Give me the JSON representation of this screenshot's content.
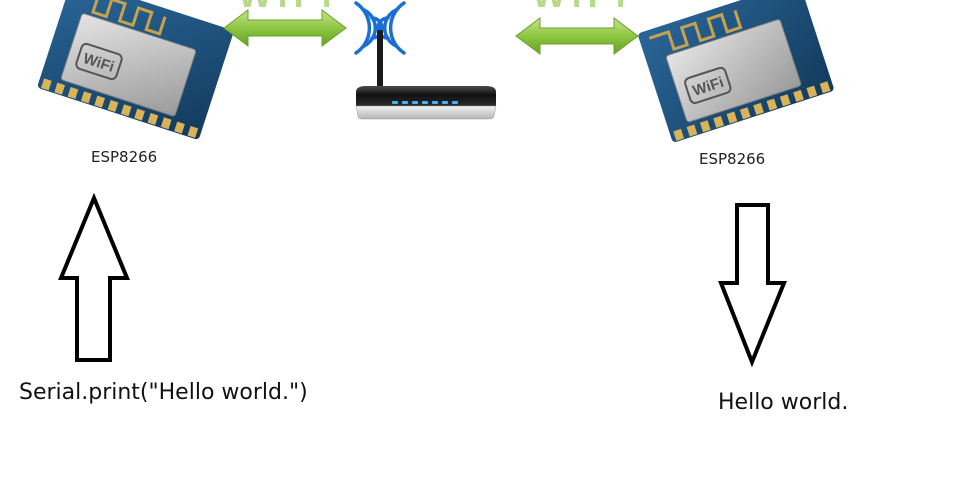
{
  "left_module": {
    "caption": "ESP8266",
    "chip_label": "WiFi"
  },
  "right_module": {
    "caption": "ESP8266",
    "chip_label": "WiFi"
  },
  "router": {
    "icon": "wifi-router-icon"
  },
  "links": {
    "left_label": "WiFi",
    "right_label": "WiFi",
    "color": "#8dc63f"
  },
  "sender": {
    "code_text": "Serial.print(\"Hello world.\")"
  },
  "receiver": {
    "output_text": "Hello world."
  },
  "colors": {
    "board": "#1c4f7a",
    "shield": "#b8b8b8",
    "wifi_signal": "#1a6fd6",
    "router_leds": "#3fb6ff"
  }
}
